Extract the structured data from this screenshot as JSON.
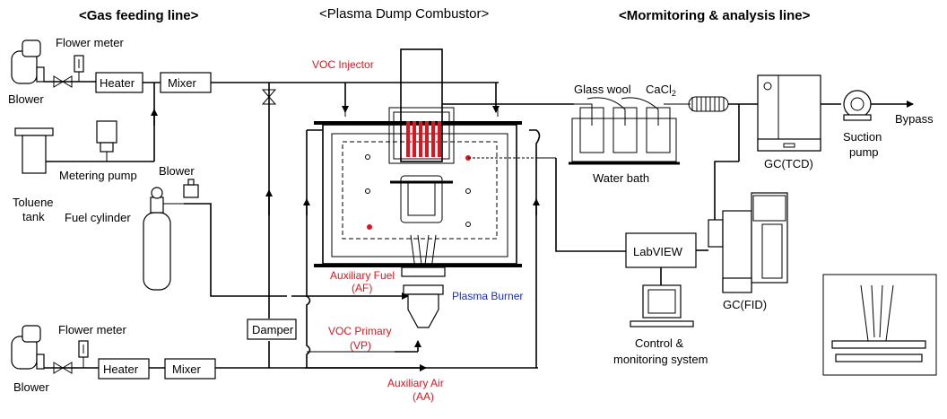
{
  "headers": {
    "gas_feeding": "<Gas feeding line>",
    "plasma_combustor": "<Plasma Dump Combustor>",
    "monitoring": "<Mormitoring & analysis line>"
  },
  "labels": {
    "flower_meter_top": "Flower meter",
    "blower_top": "Blower",
    "heater_top": "Heater",
    "mixer_top": "Mixer",
    "metering_pump": "Metering pump",
    "toluene_tank_1": "Toluene",
    "toluene_tank_2": "tank",
    "blower_mid": "Blower",
    "fuel_cylinder": "Fuel cylinder",
    "flower_meter_bottom": "Flower meter",
    "blower_bottom": "Blower",
    "heater_bottom": "Heater",
    "mixer_bottom": "Mixer",
    "damper": "Damper",
    "voc_injector": "VOC Injector",
    "auxiliary_fuel_1": "Auxiliary Fuel",
    "auxiliary_fuel_2": "(AF)",
    "plasma_burner": "Plasma Burner",
    "voc_primary_1": "VOC Primary",
    "voc_primary_2": "(VP)",
    "auxiliary_air_1": "Auxiliary Air",
    "auxiliary_air_2": "(AA)",
    "glass_wool": "Glass wool",
    "cacl2": "CaCl",
    "cacl2_sub": "2",
    "water_bath": "Water bath",
    "gc_tcd": "GC(TCD)",
    "suction_pump_1": "Suction",
    "suction_pump_2": "pump",
    "bypass": "Bypass",
    "labview": "LabVIEW",
    "gc_fid": "GC(FID)",
    "control_1": "Control &",
    "control_2": "monitoring system"
  },
  "colors": {
    "line": "#000000",
    "red_label": "#e0141e",
    "blue_label": "#1a2fc4",
    "heater_rods": "#e0141e"
  }
}
